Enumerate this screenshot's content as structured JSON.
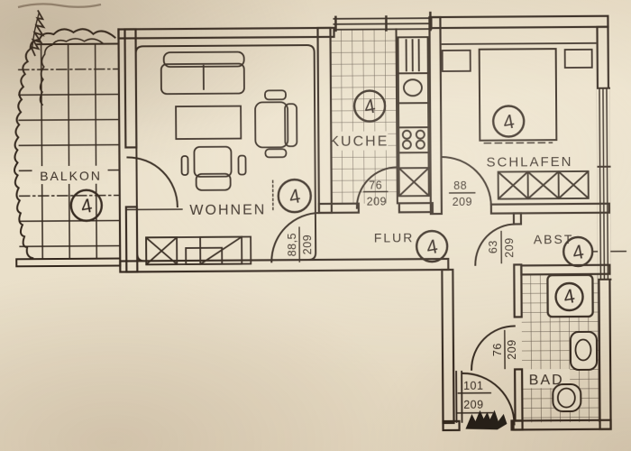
{
  "plan": {
    "unit_number": "4",
    "rooms": {
      "balkon": {
        "label": "BALKON",
        "number": "4"
      },
      "wohnen": {
        "label": "WOHNEN",
        "number": "4"
      },
      "kueche": {
        "label": "KUCHE",
        "number": "4"
      },
      "schlafen": {
        "label": "SCHLAFEN",
        "number": "4"
      },
      "flur": {
        "label": "FLUR",
        "number": "4"
      },
      "abst": {
        "label": "ABST",
        "number": "4"
      },
      "bad": {
        "label": "BAD",
        "number": "4"
      }
    },
    "doors": {
      "wohnen": {
        "width": "88,5",
        "height": "209"
      },
      "kueche": {
        "width": "76",
        "height": "209"
      },
      "schlafen": {
        "width": "88",
        "height": "209"
      },
      "abst": {
        "width": "63",
        "height": "209"
      },
      "bad": {
        "width": "76",
        "height": "209"
      },
      "entry": {
        "width": "101",
        "height": "209"
      }
    },
    "colors": {
      "paper": "#eae0ca",
      "ink": "#32281f"
    }
  }
}
